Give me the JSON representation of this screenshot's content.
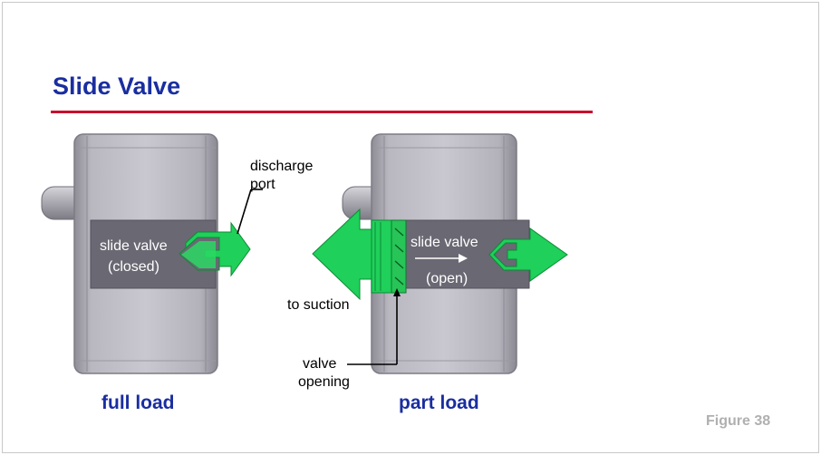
{
  "slide": {
    "title": "Slide Valve",
    "figure_label": "Figure 38"
  },
  "left_diagram": {
    "caption": "full load",
    "valve_label_line1": "slide valve",
    "valve_label_line2": "(closed)",
    "port_label_line1": "discharge",
    "port_label_line2": "port"
  },
  "right_diagram": {
    "caption": "part load",
    "valve_label_line1": "slide valve",
    "valve_label_line2": "(open)",
    "suction_label": "to suction",
    "opening_label_line1": "valve",
    "opening_label_line2": "opening"
  },
  "colors": {
    "title": "#1a2ea0",
    "rule": "#c8102e",
    "arrow_green": "#1fd05a",
    "valve_body": "#6a6873",
    "casing": "#b4b2bb"
  }
}
